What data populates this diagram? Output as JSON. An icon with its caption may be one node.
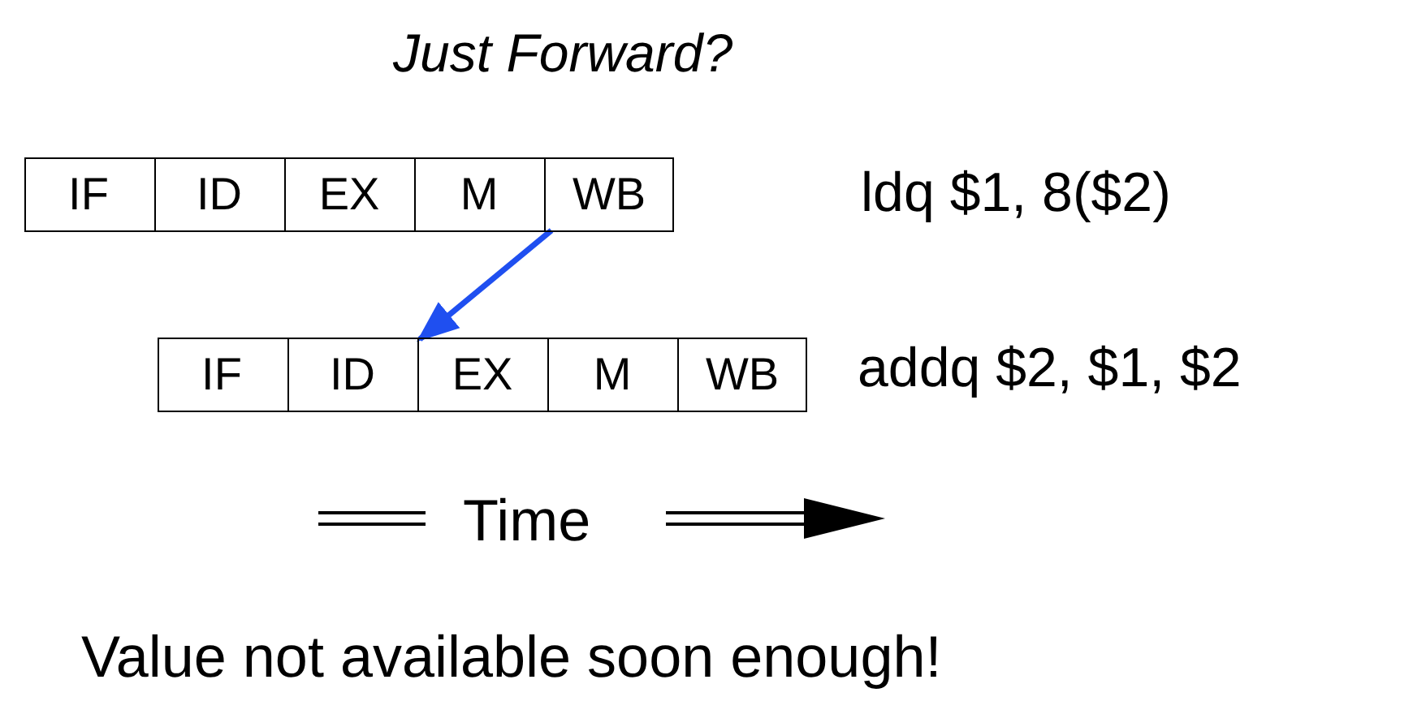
{
  "diagram": {
    "title": "Just Forward?",
    "nodes": [
      {
        "text": [],
        "shape": "box"
      },
      {
        "text": [
          "IF"
        ],
        "in": 0
      },
      {
        "text": [
          "ID"
        ],
        "in": 0
      },
      {
        "text": [
          "EX"
        ],
        "in": 0
      },
      {
        "text": [
          "M"
        ],
        "in": 0
      },
      {
        "text": [
          "WB"
        ],
        "in": 0
      },
      {
        "text": [],
        "shape": "box"
      },
      {
        "text": [
          "IF"
        ],
        "in": 6
      },
      {
        "text": [
          "ID"
        ],
        "in": 6
      },
      {
        "text": [
          "EX"
        ],
        "in": 6
      },
      {
        "text": [
          "M"
        ],
        "in": 6
      },
      {
        "text": [
          "WB"
        ],
        "in": 6
      }
    ],
    "edges": [
      {
        "from": 5,
        "to": 9,
        "arrow": "to",
        "color": "#1f4ff0"
      }
    ],
    "labels": [
      "ldq $1, 8($2)",
      "addq $2, $1, $2",
      "Time",
      "Value not available soon enough!"
    ]
  }
}
